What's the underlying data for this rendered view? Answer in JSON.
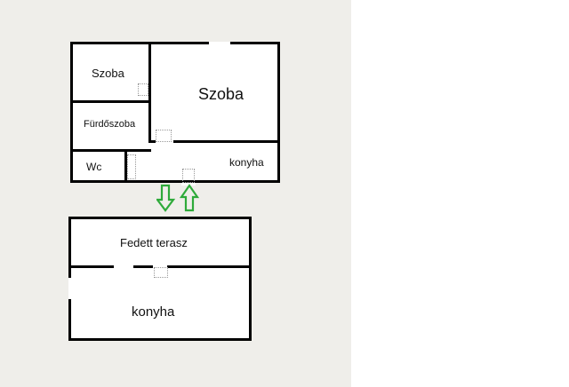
{
  "floor_plan": {
    "upper_level": {
      "rooms": [
        {
          "id": "room-small",
          "label": "Szoba"
        },
        {
          "id": "room-large",
          "label": "Szoba"
        },
        {
          "id": "bathroom",
          "label": "Fürdőszoba"
        },
        {
          "id": "wc",
          "label": "Wc"
        },
        {
          "id": "kitchen",
          "label": "konyha"
        }
      ]
    },
    "lower_level": {
      "rooms": [
        {
          "id": "covered-terrace",
          "label": "Fedett terasz"
        },
        {
          "id": "kitchen",
          "label": "konyha"
        }
      ]
    },
    "connector": {
      "arrows": [
        "down",
        "up"
      ],
      "color": "#2eaa3a"
    }
  }
}
